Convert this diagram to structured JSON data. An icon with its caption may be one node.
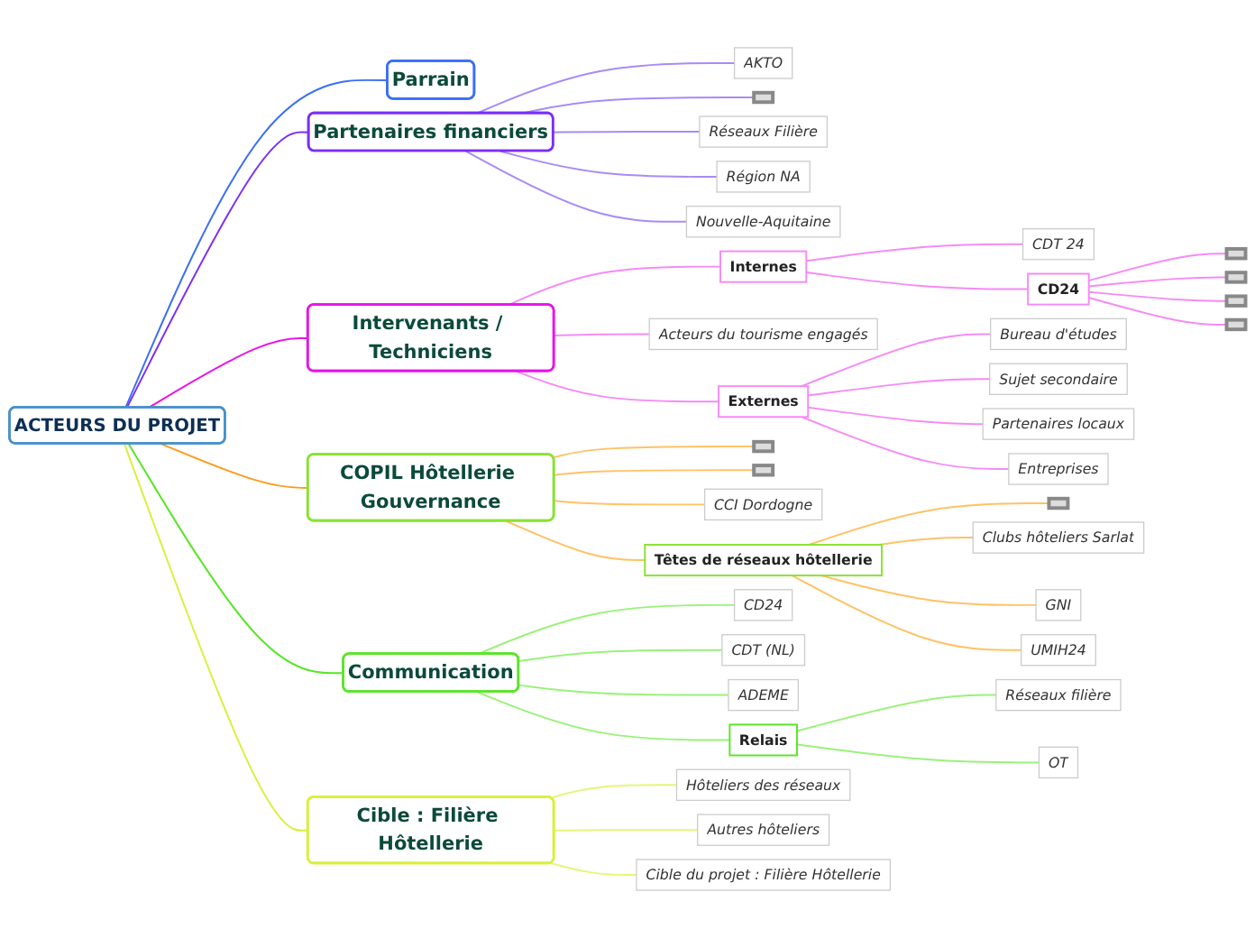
{
  "diagram": {
    "nodes": [
      {
        "text": [
          "ACTEURS DU PROJET"
        ]
      },
      {
        "text": [
          "Parrain"
        ]
      },
      {
        "text": [
          "Partenaires financiers"
        ]
      },
      {
        "text": [
          "AKTO"
        ]
      },
      {
        "text": [],
        "shape": "bar"
      },
      {
        "text": [
          "Réseaux Filière"
        ]
      },
      {
        "text": [
          "Région NA"
        ]
      },
      {
        "text": [
          "Nouvelle-Aquitaine"
        ]
      },
      {
        "text": [
          "Intervenants / Techniciens"
        ]
      },
      {
        "text": [
          "Internes"
        ]
      },
      {
        "text": [
          "CDT 24"
        ]
      },
      {
        "text": [
          "CD24"
        ]
      },
      {
        "text": [],
        "shape": "bar"
      },
      {
        "text": [],
        "shape": "bar"
      },
      {
        "text": [],
        "shape": "bar"
      },
      {
        "text": [],
        "shape": "bar"
      },
      {
        "text": [
          "Acteurs du tourisme engagés"
        ]
      },
      {
        "text": [
          "Externes"
        ]
      },
      {
        "text": [
          "Bureau d'études"
        ]
      },
      {
        "text": [
          "Sujet secondaire"
        ]
      },
      {
        "text": [
          "Partenaires locaux"
        ]
      },
      {
        "text": [
          "Entreprises"
        ]
      },
      {
        "text": [
          "COPIL Hôtellerie Gouvernance"
        ]
      },
      {
        "text": [],
        "shape": "bar"
      },
      {
        "text": [],
        "shape": "bar"
      },
      {
        "text": [
          "CCI Dordogne"
        ]
      },
      {
        "text": [
          "Têtes de réseaux hôtellerie"
        ]
      },
      {
        "text": [],
        "shape": "bar"
      },
      {
        "text": [
          "Clubs hôteliers Sarlat"
        ]
      },
      {
        "text": [
          "GNI"
        ]
      },
      {
        "text": [
          "UMIH24"
        ]
      },
      {
        "text": [
          "Cible : Filière Hôtellerie"
        ]
      },
      {
        "text": [
          "Hôteliers des réseaux"
        ]
      },
      {
        "text": [
          "Autres hôteliers"
        ]
      },
      {
        "text": [
          "Cible du projet : Filière Hôtellerie"
        ]
      },
      {
        "text": [
          "Communication"
        ]
      },
      {
        "text": [
          "CD24"
        ]
      },
      {
        "text": [
          "CDT (NL)"
        ]
      },
      {
        "text": [
          "ADEME"
        ]
      },
      {
        "text": [
          "Relais"
        ]
      },
      {
        "text": [
          "Réseaux filière"
        ]
      },
      {
        "text": [
          "OT"
        ]
      }
    ],
    "edges": [
      {
        "from": 0,
        "to": 1,
        "arrow": "none",
        "color": "#3b6ff5"
      },
      {
        "from": 0,
        "to": 2,
        "arrow": "none",
        "color": "#7b2ff7"
      },
      {
        "from": 2,
        "to": 3,
        "arrow": "none",
        "color": "#a98bf7"
      },
      {
        "from": 2,
        "to": 4,
        "arrow": "none",
        "color": "#a98bf7"
      },
      {
        "from": 2,
        "to": 5,
        "arrow": "none",
        "color": "#a98bf7"
      },
      {
        "from": 2,
        "to": 6,
        "arrow": "none",
        "color": "#a98bf7"
      },
      {
        "from": 2,
        "to": 7,
        "arrow": "none",
        "color": "#a98bf7"
      },
      {
        "from": 0,
        "to": 8,
        "arrow": "none",
        "color": "#e815e8"
      },
      {
        "from": 8,
        "to": 9,
        "arrow": "none",
        "color": "#f58bf5"
      },
      {
        "from": 9,
        "to": 10,
        "arrow": "none",
        "color": "#f58bf5"
      },
      {
        "from": 9,
        "to": 11,
        "arrow": "none",
        "color": "#f58bf5"
      },
      {
        "from": 11,
        "to": 12,
        "arrow": "none",
        "color": "#f58bf5"
      },
      {
        "from": 11,
        "to": 13,
        "arrow": "none",
        "color": "#f58bf5"
      },
      {
        "from": 11,
        "to": 14,
        "arrow": "none",
        "color": "#f58bf5"
      },
      {
        "from": 11,
        "to": 15,
        "arrow": "none",
        "color": "#f58bf5"
      },
      {
        "from": 8,
        "to": 16,
        "arrow": "none",
        "color": "#f58bf5"
      },
      {
        "from": 8,
        "to": 17,
        "arrow": "none",
        "color": "#f58bf5"
      },
      {
        "from": 17,
        "to": 18,
        "arrow": "none",
        "color": "#f58bf5"
      },
      {
        "from": 17,
        "to": 19,
        "arrow": "none",
        "color": "#f58bf5"
      },
      {
        "from": 17,
        "to": 20,
        "arrow": "none",
        "color": "#f58bf5"
      },
      {
        "from": 17,
        "to": 21,
        "arrow": "none",
        "color": "#f58bf5"
      },
      {
        "from": 0,
        "to": 22,
        "arrow": "none",
        "color": "#ff9a1f"
      },
      {
        "from": 22,
        "to": 23,
        "arrow": "none",
        "color": "#ffc266"
      },
      {
        "from": 22,
        "to": 24,
        "arrow": "none",
        "color": "#ffc266"
      },
      {
        "from": 22,
        "to": 25,
        "arrow": "none",
        "color": "#ffc266"
      },
      {
        "from": 22,
        "to": 26,
        "arrow": "none",
        "color": "#ffc266"
      },
      {
        "from": 26,
        "to": 27,
        "arrow": "none",
        "color": "#ffc266"
      },
      {
        "from": 26,
        "to": 28,
        "arrow": "none",
        "color": "#ffc266"
      },
      {
        "from": 26,
        "to": 29,
        "arrow": "none",
        "color": "#ffc266"
      },
      {
        "from": 26,
        "to": 30,
        "arrow": "none",
        "color": "#ffc266"
      },
      {
        "from": 0,
        "to": 31,
        "arrow": "none",
        "color": "#d8f03a"
      },
      {
        "from": 31,
        "to": 32,
        "arrow": "none",
        "color": "#e6f57a"
      },
      {
        "from": 31,
        "to": 33,
        "arrow": "none",
        "color": "#e6f57a"
      },
      {
        "from": 31,
        "to": 34,
        "arrow": "none",
        "color": "#e6f57a"
      },
      {
        "from": 0,
        "to": 35,
        "arrow": "none",
        "color": "#5ae52a"
      },
      {
        "from": 35,
        "to": 36,
        "arrow": "none",
        "color": "#9af27a"
      },
      {
        "from": 35,
        "to": 37,
        "arrow": "none",
        "color": "#9af27a"
      },
      {
        "from": 35,
        "to": 38,
        "arrow": "none",
        "color": "#9af27a"
      },
      {
        "from": 35,
        "to": 39,
        "arrow": "none",
        "color": "#9af27a"
      },
      {
        "from": 39,
        "to": 40,
        "arrow": "none",
        "color": "#9af27a"
      },
      {
        "from": 39,
        "to": 41,
        "arrow": "none",
        "color": "#9af27a"
      }
    ]
  }
}
